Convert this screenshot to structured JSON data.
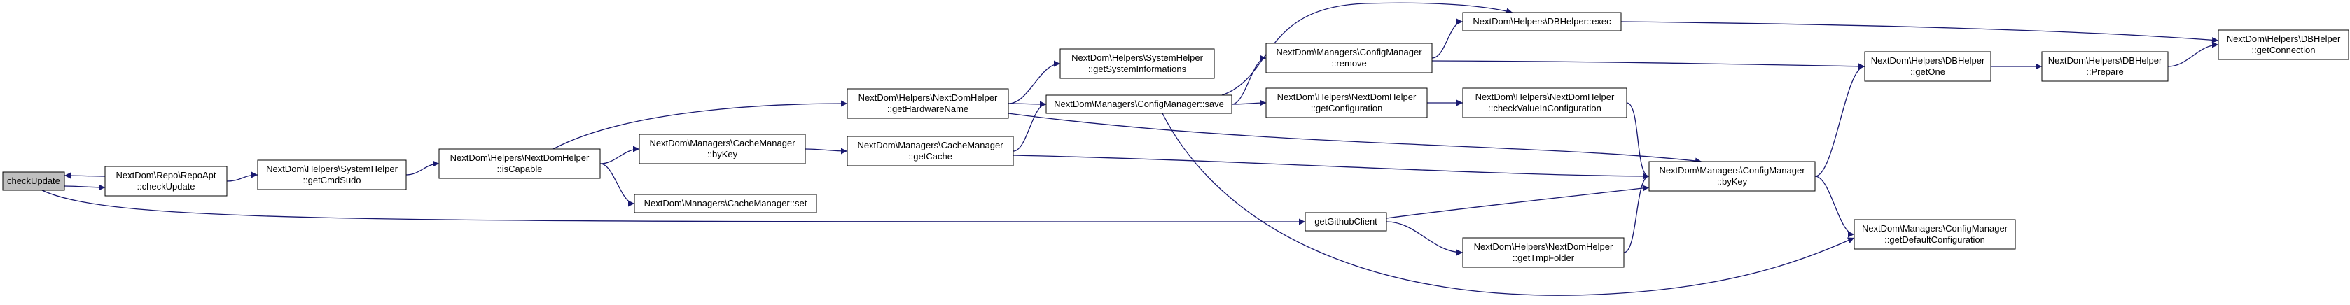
{
  "colors": {
    "edge": "#191970",
    "node_border": "#000000",
    "node_fill": "#ffffff",
    "root_fill": "#bfbfbf",
    "text": "#000000"
  },
  "nodes": {
    "check_update": {
      "lines": [
        "checkUpdate"
      ]
    },
    "repo_apt_check_update": {
      "lines": [
        "NextDom\\Repo\\RepoApt",
        "::checkUpdate"
      ]
    },
    "system_helper_get_cmd_sudo": {
      "lines": [
        "NextDom\\Helpers\\SystemHelper",
        "::getCmdSudo"
      ]
    },
    "nextdom_helper_is_capable": {
      "lines": [
        "NextDom\\Helpers\\NextDomHelper",
        "::isCapable"
      ]
    },
    "nextdom_helper_get_hardware_name": {
      "lines": [
        "NextDom\\Helpers\\NextDomHelper",
        "::getHardwareName"
      ]
    },
    "cache_manager_by_key": {
      "lines": [
        "NextDom\\Managers\\CacheManager",
        "::byKey"
      ]
    },
    "cache_manager_set": {
      "lines": [
        "NextDom\\Managers\\CacheManager::set"
      ]
    },
    "cache_manager_get_cache": {
      "lines": [
        "NextDom\\Managers\\CacheManager",
        "::getCache"
      ]
    },
    "system_helper_get_system_informations": {
      "lines": [
        "NextDom\\Helpers\\SystemHelper",
        "::getSystemInformations"
      ]
    },
    "config_manager_save": {
      "lines": [
        "NextDom\\Managers\\ConfigManager::save"
      ]
    },
    "config_manager_remove": {
      "lines": [
        "NextDom\\Managers\\ConfigManager",
        "::remove"
      ]
    },
    "nextdom_helper_get_configuration": {
      "lines": [
        "NextDom\\Helpers\\NextDomHelper",
        "::getConfiguration"
      ]
    },
    "nextdom_helper_check_value_in_configuration": {
      "lines": [
        "NextDom\\Helpers\\NextDomHelper",
        "::checkValueInConfiguration"
      ]
    },
    "get_github_client": {
      "lines": [
        "getGithubClient"
      ]
    },
    "nextdom_helper_get_tmp_folder": {
      "lines": [
        "NextDom\\Helpers\\NextDomHelper",
        "::getTmpFolder"
      ]
    },
    "db_helper_exec": {
      "lines": [
        "NextDom\\Helpers\\DBHelper::exec"
      ]
    },
    "config_manager_by_key": {
      "lines": [
        "NextDom\\Managers\\ConfigManager",
        "::byKey"
      ]
    },
    "db_helper_get_one": {
      "lines": [
        "NextDom\\Helpers\\DBHelper",
        "::getOne"
      ]
    },
    "config_manager_get_default_configuration": {
      "lines": [
        "NextDom\\Managers\\ConfigManager",
        "::getDefaultConfiguration"
      ]
    },
    "db_helper_prepare": {
      "lines": [
        "NextDom\\Helpers\\DBHelper",
        "::Prepare"
      ]
    },
    "db_helper_get_connection": {
      "lines": [
        "NextDom\\Helpers\\DBHelper",
        "::getConnection"
      ]
    }
  },
  "edges": [
    {
      "from": "check_update",
      "to": "repo_apt_check_update"
    },
    {
      "from": "repo_apt_check_update",
      "to": "check_update"
    },
    {
      "from": "check_update",
      "to": "get_github_client"
    },
    {
      "from": "repo_apt_check_update",
      "to": "system_helper_get_cmd_sudo"
    },
    {
      "from": "system_helper_get_cmd_sudo",
      "to": "nextdom_helper_is_capable"
    },
    {
      "from": "nextdom_helper_is_capable",
      "to": "nextdom_helper_get_hardware_name"
    },
    {
      "from": "nextdom_helper_is_capable",
      "to": "cache_manager_by_key"
    },
    {
      "from": "nextdom_helper_is_capable",
      "to": "cache_manager_set"
    },
    {
      "from": "nextdom_helper_get_hardware_name",
      "to": "system_helper_get_system_informations"
    },
    {
      "from": "nextdom_helper_get_hardware_name",
      "to": "config_manager_save"
    },
    {
      "from": "nextdom_helper_get_hardware_name",
      "to": "config_manager_by_key"
    },
    {
      "from": "cache_manager_by_key",
      "to": "cache_manager_get_cache"
    },
    {
      "from": "cache_manager_get_cache",
      "to": "config_manager_save"
    },
    {
      "from": "cache_manager_get_cache",
      "to": "config_manager_by_key"
    },
    {
      "from": "config_manager_save",
      "to": "db_helper_exec"
    },
    {
      "from": "config_manager_save",
      "to": "config_manager_remove"
    },
    {
      "from": "config_manager_save",
      "to": "nextdom_helper_get_configuration"
    },
    {
      "from": "config_manager_save",
      "to": "config_manager_get_default_configuration"
    },
    {
      "from": "config_manager_remove",
      "to": "db_helper_exec"
    },
    {
      "from": "config_manager_remove",
      "to": "db_helper_get_one"
    },
    {
      "from": "nextdom_helper_get_configuration",
      "to": "nextdom_helper_check_value_in_configuration"
    },
    {
      "from": "nextdom_helper_check_value_in_configuration",
      "to": "config_manager_by_key"
    },
    {
      "from": "get_github_client",
      "to": "config_manager_by_key"
    },
    {
      "from": "get_github_client",
      "to": "nextdom_helper_get_tmp_folder"
    },
    {
      "from": "nextdom_helper_get_tmp_folder",
      "to": "config_manager_by_key"
    },
    {
      "from": "db_helper_exec",
      "to": "db_helper_get_connection"
    },
    {
      "from": "config_manager_by_key",
      "to": "db_helper_get_one"
    },
    {
      "from": "config_manager_by_key",
      "to": "config_manager_get_default_configuration"
    },
    {
      "from": "db_helper_get_one",
      "to": "db_helper_prepare"
    },
    {
      "from": "db_helper_prepare",
      "to": "db_helper_get_connection"
    }
  ]
}
